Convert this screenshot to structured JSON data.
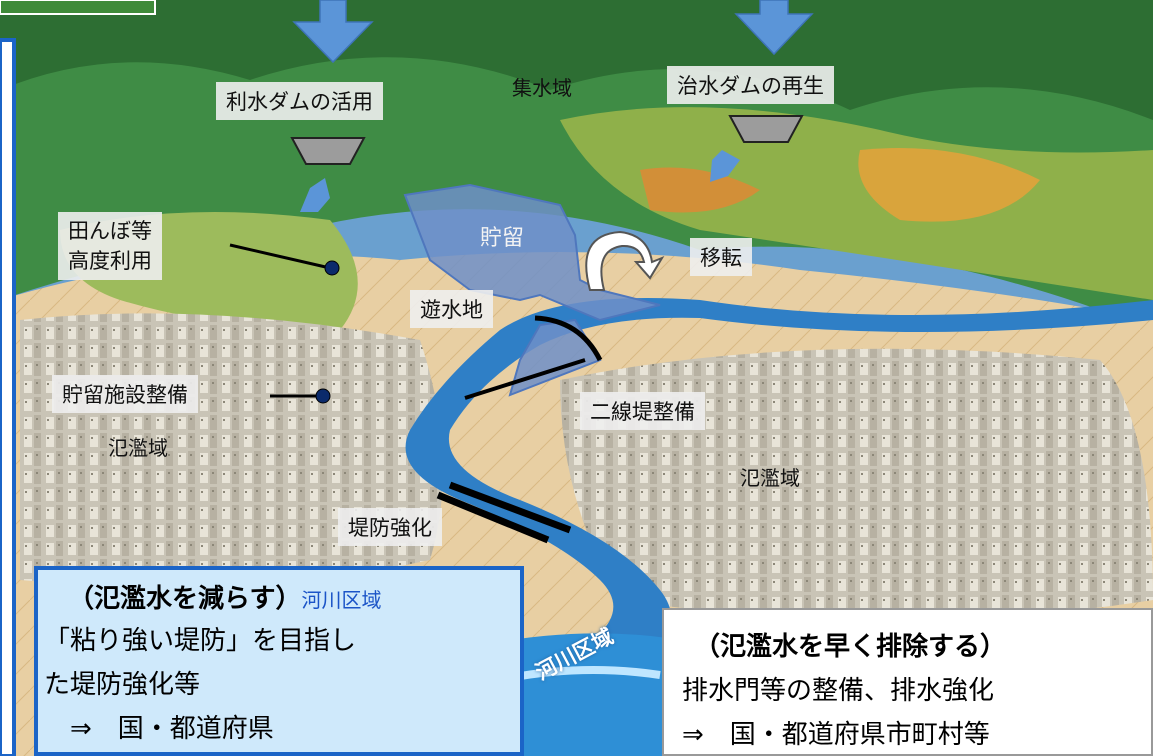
{
  "labels": {
    "catchment": "集水域",
    "irrigation_dam": "利水ダムの活用",
    "flood_dam": "治水ダムの再生",
    "storage": "貯留",
    "relocation": "移転",
    "paddy": "田んぼ等\n高度利用",
    "retarding_basin": "遊水地",
    "storage_facility": "貯留施設整備",
    "secondary_levee": "二線堤整備",
    "floodplain_left": "氾濫域",
    "floodplain_right": "氾濫域",
    "levee_strengthen": "堤防強化",
    "river_area_diag": "河川区域"
  },
  "box_left": {
    "heading": "（氾濫水を減らす）",
    "tag": "河川区域",
    "line1": "「粘り強い堤防」を目指し",
    "line2": "た堤防強化等",
    "line3": "　⇒　国・都道府県"
  },
  "box_right": {
    "heading": "（氾濫水を早く排除する）",
    "line1": "排水門等の整備、排水強化",
    "line2": "⇒　国・都道府県市町村等"
  },
  "colors": {
    "box_left_fill": "#cfe9fb",
    "box_left_border": "#1b64c7",
    "box_right_fill": "#ffffff",
    "arrow_blue": "#5b95d8",
    "storage_fill": "#6f8fc8",
    "river": "#2f7fc6"
  },
  "icons": [
    "down-arrow-icon",
    "dam-icon",
    "curved-arrow-icon",
    "pin-icon"
  ]
}
